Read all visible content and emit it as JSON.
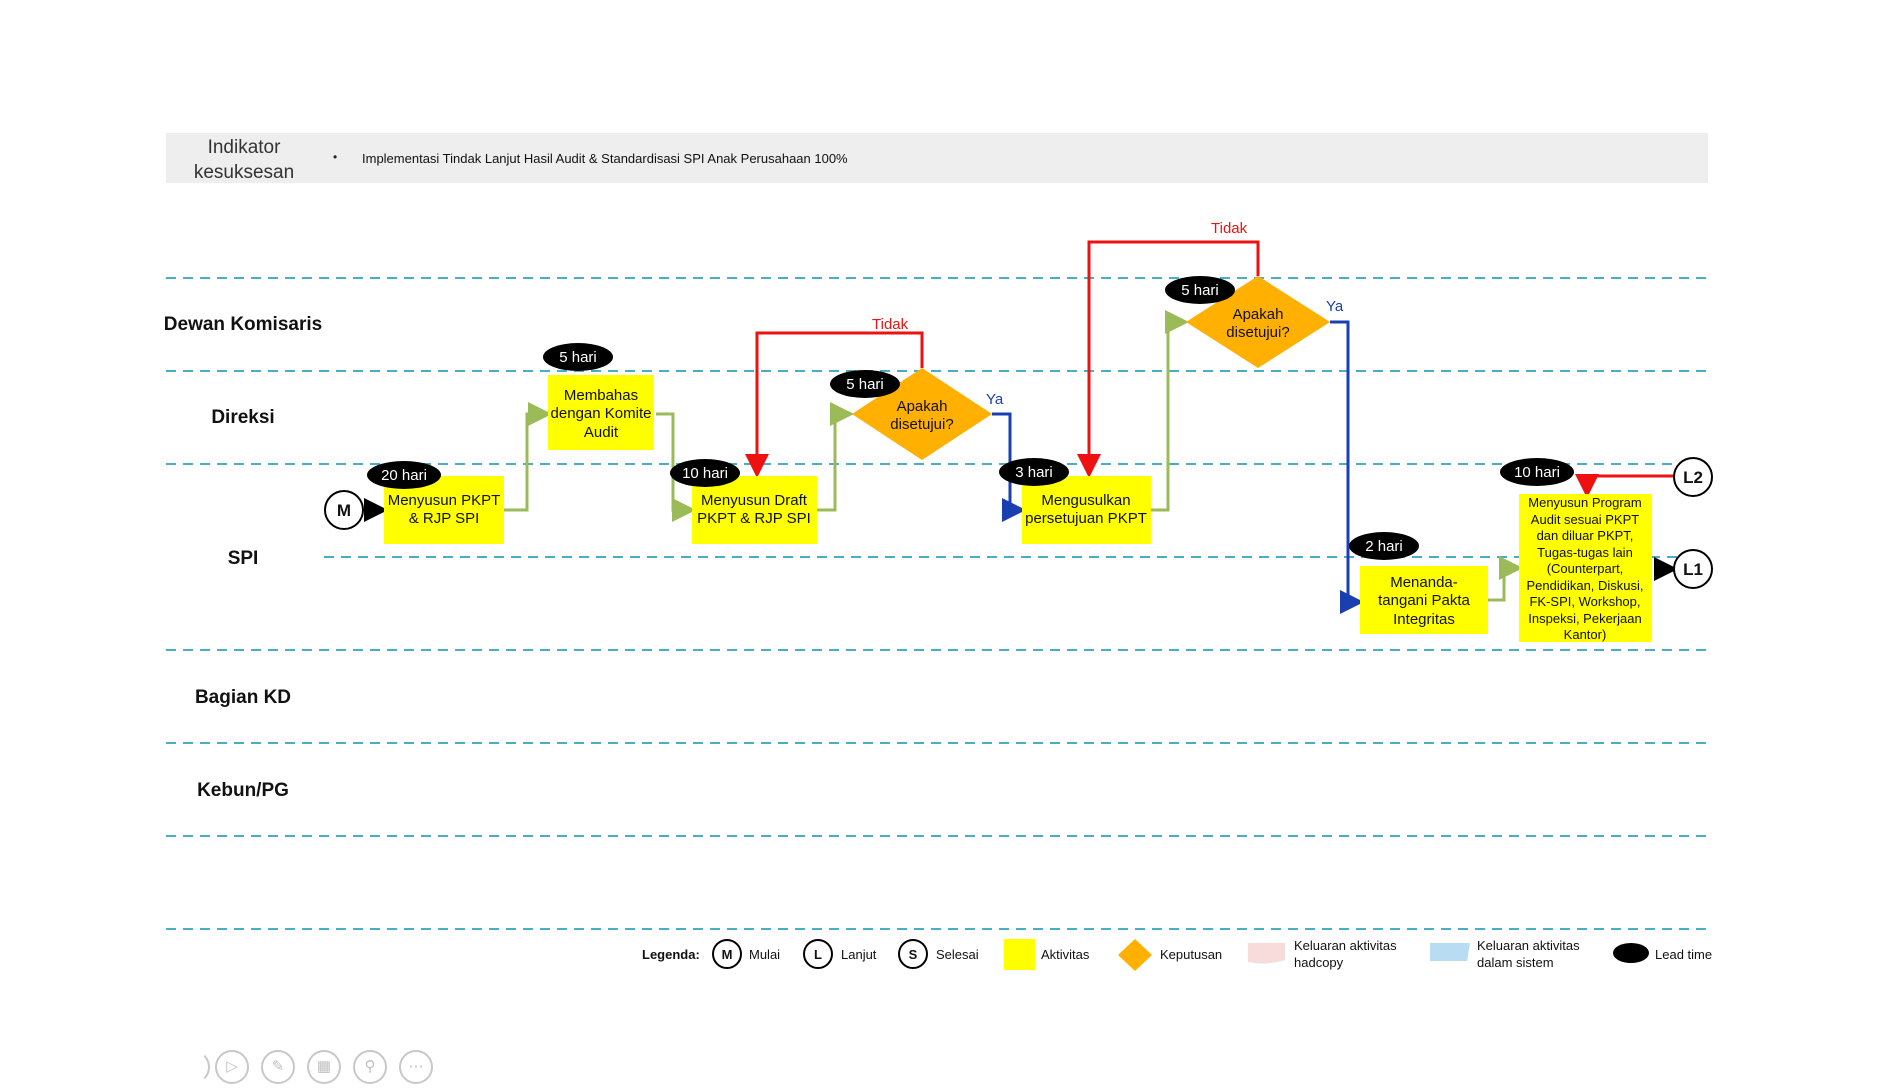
{
  "indicator": {
    "title_line1": "Indikator",
    "title_line2": "kesuksesan",
    "bullet": "•",
    "text": "Implementasi Tindak Lanjut Hasil Audit & Standardisasi SPI Anak Perusahaan 100%"
  },
  "lanes": [
    "Dewan Komisaris",
    "Direksi",
    "SPI",
    "Bagian KD",
    "Kebun/PG"
  ],
  "connectors": {
    "start": "M",
    "next1": "L1",
    "next2": "L2"
  },
  "activities": {
    "a1": [
      "Menyusun PKPT",
      "& RJP SPI"
    ],
    "a2": [
      "Membahas",
      "dengan Komite",
      "Audit"
    ],
    "a3": [
      "Menyusun Draft",
      "PKPT & RJP SPI"
    ],
    "a4": [
      "Mengusulkan",
      "persetujuan PKPT"
    ],
    "a5": [
      "Menanda-",
      "tangani Pakta",
      "Integritas"
    ],
    "a6": [
      "Menyusun Program",
      "Audit sesuai PKPT",
      "dan diluar PKPT,",
      "Tugas-tugas lain",
      "(Counterpart,",
      "Pendidikan, Diskusi,",
      "FK-SPI, Workshop,",
      "Inspeksi, Pekerjaan",
      "Kantor)"
    ]
  },
  "decisions": {
    "d1": [
      "Apakah",
      "disetujui?"
    ],
    "d2": [
      "Apakah",
      "disetujui?"
    ]
  },
  "lead_times": {
    "a1": "20 hari",
    "a2": "5 hari",
    "a3": "10 hari",
    "d1": "5 hari",
    "a4": "3 hari",
    "d2": "5 hari",
    "a5": "2 hari",
    "a6": "10 hari"
  },
  "branch_labels": {
    "no": "Tidak",
    "yes": "Ya"
  },
  "legend": {
    "title": "Legenda:",
    "mulai": "Mulai",
    "mulai_sym": "M",
    "lanjut": "Lanjut",
    "lanjut_sym": "L",
    "selesai": "Selesai",
    "selesai_sym": "S",
    "aktivitas": "Aktivitas",
    "keputusan": "Keputusan",
    "hardcopy": [
      "Keluaran aktivitas",
      "hadcopy"
    ],
    "sistem": [
      "Keluaran aktivitas",
      "dalam sistem"
    ],
    "lead": "Lead time"
  },
  "colors": {
    "activity": "#ffff00",
    "decision": "#ffb000",
    "flow": "#9bbb59",
    "no_branch": "#ee1111",
    "yes_branch": "#1a3fb0",
    "lane_line": "#4bacc6",
    "header_bg": "#eeeeee",
    "lead": "#000000"
  },
  "toolbar_icons": [
    "back-icon",
    "play-icon",
    "pen-icon",
    "grid-icon",
    "zoom-icon",
    "more-icon"
  ]
}
